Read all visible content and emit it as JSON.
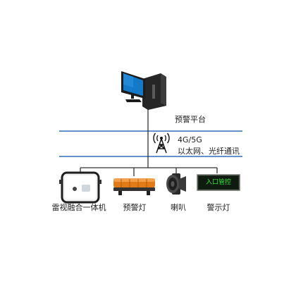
{
  "platform": {
    "label": "预警平台"
  },
  "network": {
    "line1": "4G/5G",
    "line2": "以太网、光纤通讯"
  },
  "devices": [
    {
      "label": "雷视融合一体机",
      "icon": "radar-video-camera-icon"
    },
    {
      "label": "预警灯",
      "icon": "light-bar-icon"
    },
    {
      "label": "喇叭",
      "icon": "speaker-icon"
    },
    {
      "label": "警示灯",
      "icon": "led-display-sign-icon",
      "display_text": "入口管控"
    }
  ],
  "colors": {
    "network_line": "#2f6fb8",
    "connector": "#333333",
    "monitor_screen": "#1479c8",
    "light_bar": "#e07b18",
    "sign_text": "#31e23a"
  }
}
